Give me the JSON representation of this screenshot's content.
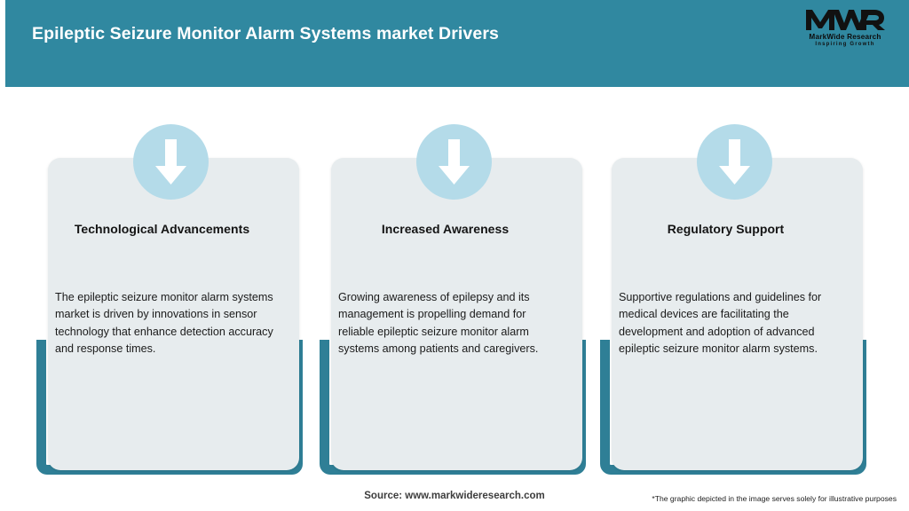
{
  "header": {
    "title": "Epileptic Seizure Monitor Alarm Systems market Drivers",
    "bar_color": "#3088a0"
  },
  "logo": {
    "mark": "MWR",
    "name": "MarkWide Research",
    "tagline": "Inspiring Growth"
  },
  "theme": {
    "teal": "#2f7f96",
    "card_bg": "#e7ecee",
    "circle_blue": "#b4dbe9",
    "arrow_white": "#ffffff"
  },
  "cards": [
    {
      "icon": "arrow-down-icon",
      "title": "Technological Advancements",
      "body": "The epileptic seizure monitor alarm systems market is driven by innovations in sensor technology that enhance detection accuracy and response times."
    },
    {
      "icon": "arrow-down-icon",
      "title": "Increased Awareness",
      "body": "Growing awareness of epilepsy and its management is propelling demand for reliable epileptic seizure monitor alarm systems among patients and caregivers."
    },
    {
      "icon": "arrow-down-icon",
      "title": "Regulatory Support",
      "body": "Supportive regulations and guidelines for medical devices are facilitating the development and adoption of advanced epileptic seizure monitor alarm systems."
    }
  ],
  "footer": {
    "source": "Source: www.markwideresearch.com",
    "disclaimer": "*The graphic depicted in the image serves solely for illustrative purposes"
  }
}
